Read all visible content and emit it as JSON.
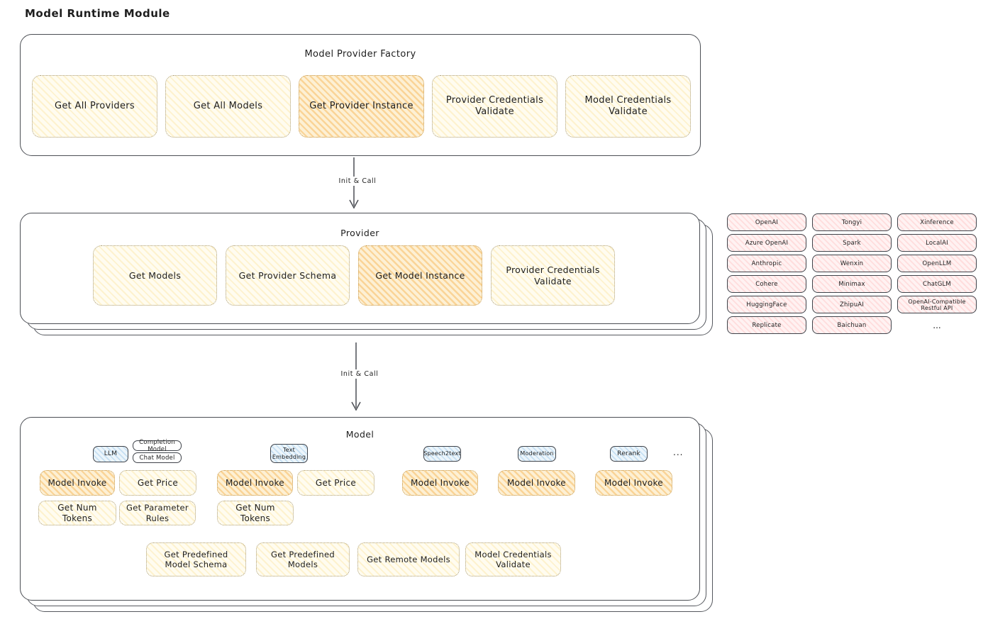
{
  "page": {
    "title": "Model Runtime Module"
  },
  "colors": {
    "cream_fill": "#fffcf0",
    "orange_highlight_fill": "#fdf0d4",
    "pink_fill": "#fff2f2",
    "blue_fill": "#ecf5fb",
    "panel_border": "#4b4e54",
    "dotted_border": "#ab9d78",
    "text": "#1e1e1e"
  },
  "factory": {
    "title": "Model Provider Factory",
    "buttons": [
      {
        "label": "Get All Providers",
        "highlighted": false
      },
      {
        "label": "Get All Models",
        "highlighted": false
      },
      {
        "label": "Get Provider Instance",
        "highlighted": true
      },
      {
        "label": "Provider Credentials Validate",
        "highlighted": false
      },
      {
        "label": "Model Credentials Validate",
        "highlighted": false
      }
    ]
  },
  "arrows": [
    {
      "label": "Init & Call"
    },
    {
      "label": "Init & Call"
    }
  ],
  "provider": {
    "title": "Provider",
    "buttons": [
      {
        "label": "Get Models",
        "highlighted": false
      },
      {
        "label": "Get Provider Schema",
        "highlighted": false
      },
      {
        "label": "Get Model Instance",
        "highlighted": true
      },
      {
        "label": "Provider Credentials Validate",
        "highlighted": false
      }
    ]
  },
  "provider_grid": {
    "items": [
      "OpenAI",
      "Tongyi",
      "Xinference",
      "Azure OpenAI",
      "Spark",
      "LocalAI",
      "Anthropic",
      "Wenxin",
      "OpenLLM",
      "Cohere",
      "Minimax",
      "ChatGLM",
      "HuggingFace",
      "ZhipuAI",
      "OpenAI-Compatible Restful API",
      "Replicate",
      "Baichuan"
    ],
    "more": "..."
  },
  "model": {
    "title": "Model",
    "tabs": [
      "LLM",
      "Completion Model",
      "Chat Model",
      "Text Embedding",
      "Speech2text",
      "Moderation",
      "Rerank"
    ],
    "more": "...",
    "row1": [
      "Model Invoke",
      "Get Price",
      "Model Invoke",
      "Get Price",
      "Model Invoke",
      "Model Invoke",
      "Model Invoke"
    ],
    "row2": [
      "Get Num Tokens",
      "Get Parameter Rules",
      "Get Num Tokens"
    ],
    "bottom": [
      "Get Predefined Model Schema",
      "Get Predefined Models",
      "Get Remote Models",
      "Model Credentials Validate"
    ]
  }
}
